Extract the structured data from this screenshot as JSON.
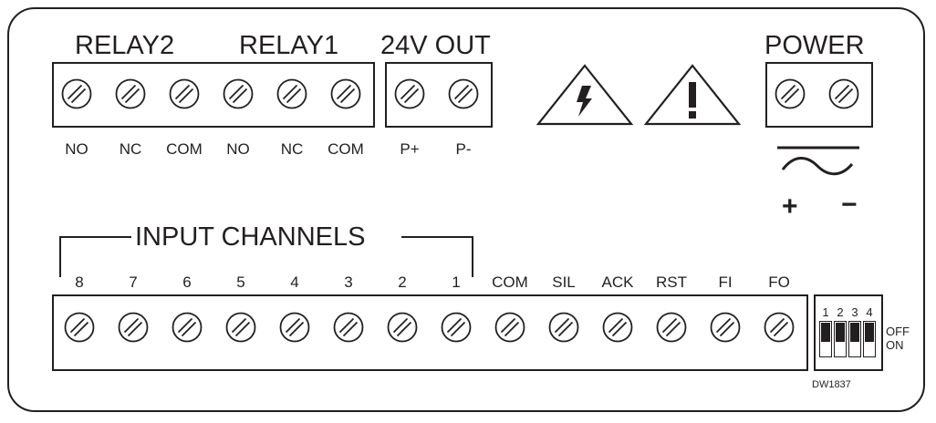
{
  "headers": {
    "relay2": "RELAY2",
    "relay1": "RELAY1",
    "out24v": "24V OUT",
    "power": "POWER",
    "input_channels": "INPUT CHANNELS"
  },
  "relay_terminals": [
    "NO",
    "NC",
    "COM",
    "NO",
    "NC",
    "COM"
  ],
  "out_terminals": [
    "P+",
    "P-"
  ],
  "power_polarity": {
    "plus": "+",
    "minus": "−"
  },
  "bottom_terminals": [
    "8",
    "7",
    "6",
    "5",
    "4",
    "3",
    "2",
    "1",
    "COM",
    "SIL",
    "ACK",
    "RST",
    "FI",
    "FO"
  ],
  "dip_switch": {
    "numbers": [
      "1",
      "2",
      "3",
      "4"
    ],
    "off_label": "OFF",
    "on_label": "ON",
    "state": [
      "ON",
      "ON",
      "ON",
      "ON"
    ]
  },
  "warning_icons": [
    "electrical-hazard-icon",
    "general-warning-icon"
  ],
  "drawing_id": "DW1837"
}
